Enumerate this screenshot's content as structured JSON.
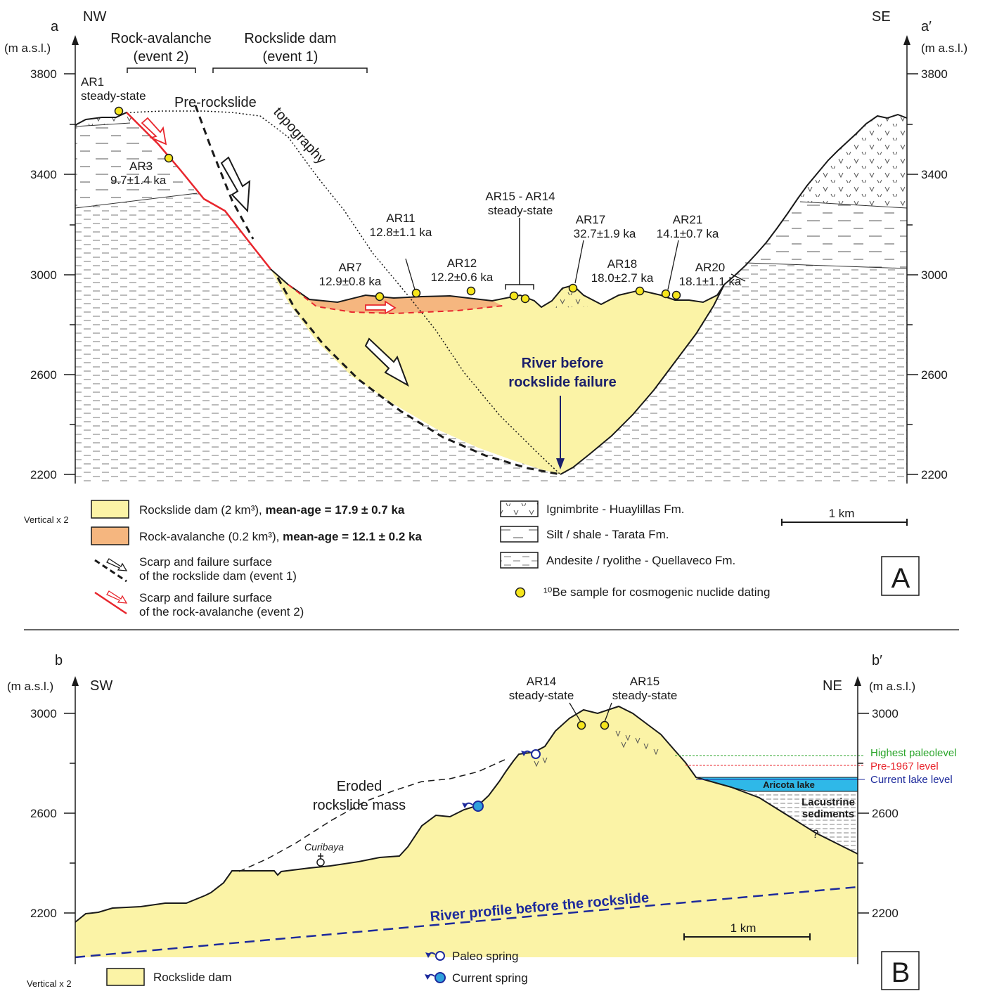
{
  "panelA": {
    "letter_left": "a",
    "letter_right": "a′",
    "dir_left": "NW",
    "dir_right": "SE",
    "unit_left": "(m a.s.l.)",
    "unit_right": "(m a.s.l.)",
    "ticks": [
      "3800",
      "3400",
      "3000",
      "2600",
      "2200"
    ],
    "events": {
      "rock_avalanche_1": "Rock-avalanche",
      "rock_avalanche_2": "(event 2)",
      "rockslide_dam_1": "Rockslide dam",
      "rockslide_dam_2": "(event 1)"
    },
    "pre_rockslide": "Pre-rockslide",
    "topography": "topography",
    "river_before_1": "River before",
    "river_before_2": "rockslide failure",
    "samples": {
      "ar1_name": "AR1",
      "ar1_age": "steady-state",
      "ar3_name": "AR3",
      "ar3_age": "9.7±1.4 ka",
      "ar7_name": "AR7",
      "ar7_age": "12.9±0.8 ka",
      "ar11_name": "AR11",
      "ar11_age": "12.8±1.1 ka",
      "ar12_name": "AR12",
      "ar12_age": "12.2±0.6 ka",
      "ar1514_name": "AR15 - AR14",
      "ar1514_age": "steady-state",
      "ar17_name": "AR17",
      "ar17_age": "32.7±1.9 ka",
      "ar18_name": "AR18",
      "ar18_age": "18.0±2.7 ka",
      "ar21_name": "AR21",
      "ar21_age": "14.1±0.7 ka",
      "ar20_name": "AR20",
      "ar20_age": "18.1±1.1 ka"
    },
    "vertical": "Vertical x 2",
    "scale": "1 km",
    "panel_label": "A",
    "legend": {
      "dam_text": "Rockslide dam (2 km³), ",
      "dam_bold": "mean-age = 17.9 ± 0.7 ka",
      "aval_text": "Rock-avalanche (0.2 km³), ",
      "aval_bold": "mean-age = 12.1 ± 0.2 ka",
      "scarp1_l1": "Scarp and failure surface",
      "scarp1_l2": "of the rockslide dam (event 1)",
      "scarp2_l1": "Scarp and failure surface",
      "scarp2_l2": "of the rock-avalanche (event 2)",
      "ignimbrite": "Ignimbrite - Huaylillas Fm.",
      "silt": "Silt / shale - Tarata Fm.",
      "andesite": "Andesite / ryolithe - Quellaveco Fm.",
      "sample": "¹⁰Be sample for cosmogenic nuclide dating"
    },
    "colors": {
      "dam": "#fbf3a6",
      "avalanche": "#f5b67f",
      "red": "#e8262d",
      "navy": "#1b1f6b",
      "sample": "#f6e61c"
    }
  },
  "panelB": {
    "letter_left": "b",
    "letter_right": "b′",
    "dir_left": "SW",
    "dir_right": "NE",
    "unit_left": "(m a.s.l.)",
    "unit_right": "(m a.s.l.)",
    "ticks": [
      "3000",
      "2600",
      "2200"
    ],
    "samples": {
      "ar14_name": "AR14",
      "ar14_age": "steady-state",
      "ar15_name": "AR15",
      "ar15_age": "steady-state"
    },
    "highest": "Highest paleolevel",
    "pre1967": "Pre-1967 level",
    "current": "Current lake level",
    "lake": "Aricota lake",
    "lacustrine_1": "Lacustrine",
    "lacustrine_2": "sediments",
    "question": "?",
    "eroded_1": "Eroded",
    "eroded_2": "rockslide mass",
    "curibaya": "Curibaya",
    "river_profile": "River profile before the rockslide",
    "scale": "1 km",
    "vertical": "Vertical x 2",
    "legend_dam": "Rockslide dam",
    "legend_paleo": "Paleo spring",
    "legend_current": "Current spring",
    "panel_label": "B",
    "colors": {
      "lake": "#2fb8e8",
      "green": "#2aa52a",
      "red": "#e8262d",
      "blue": "#1d2a9c"
    }
  }
}
